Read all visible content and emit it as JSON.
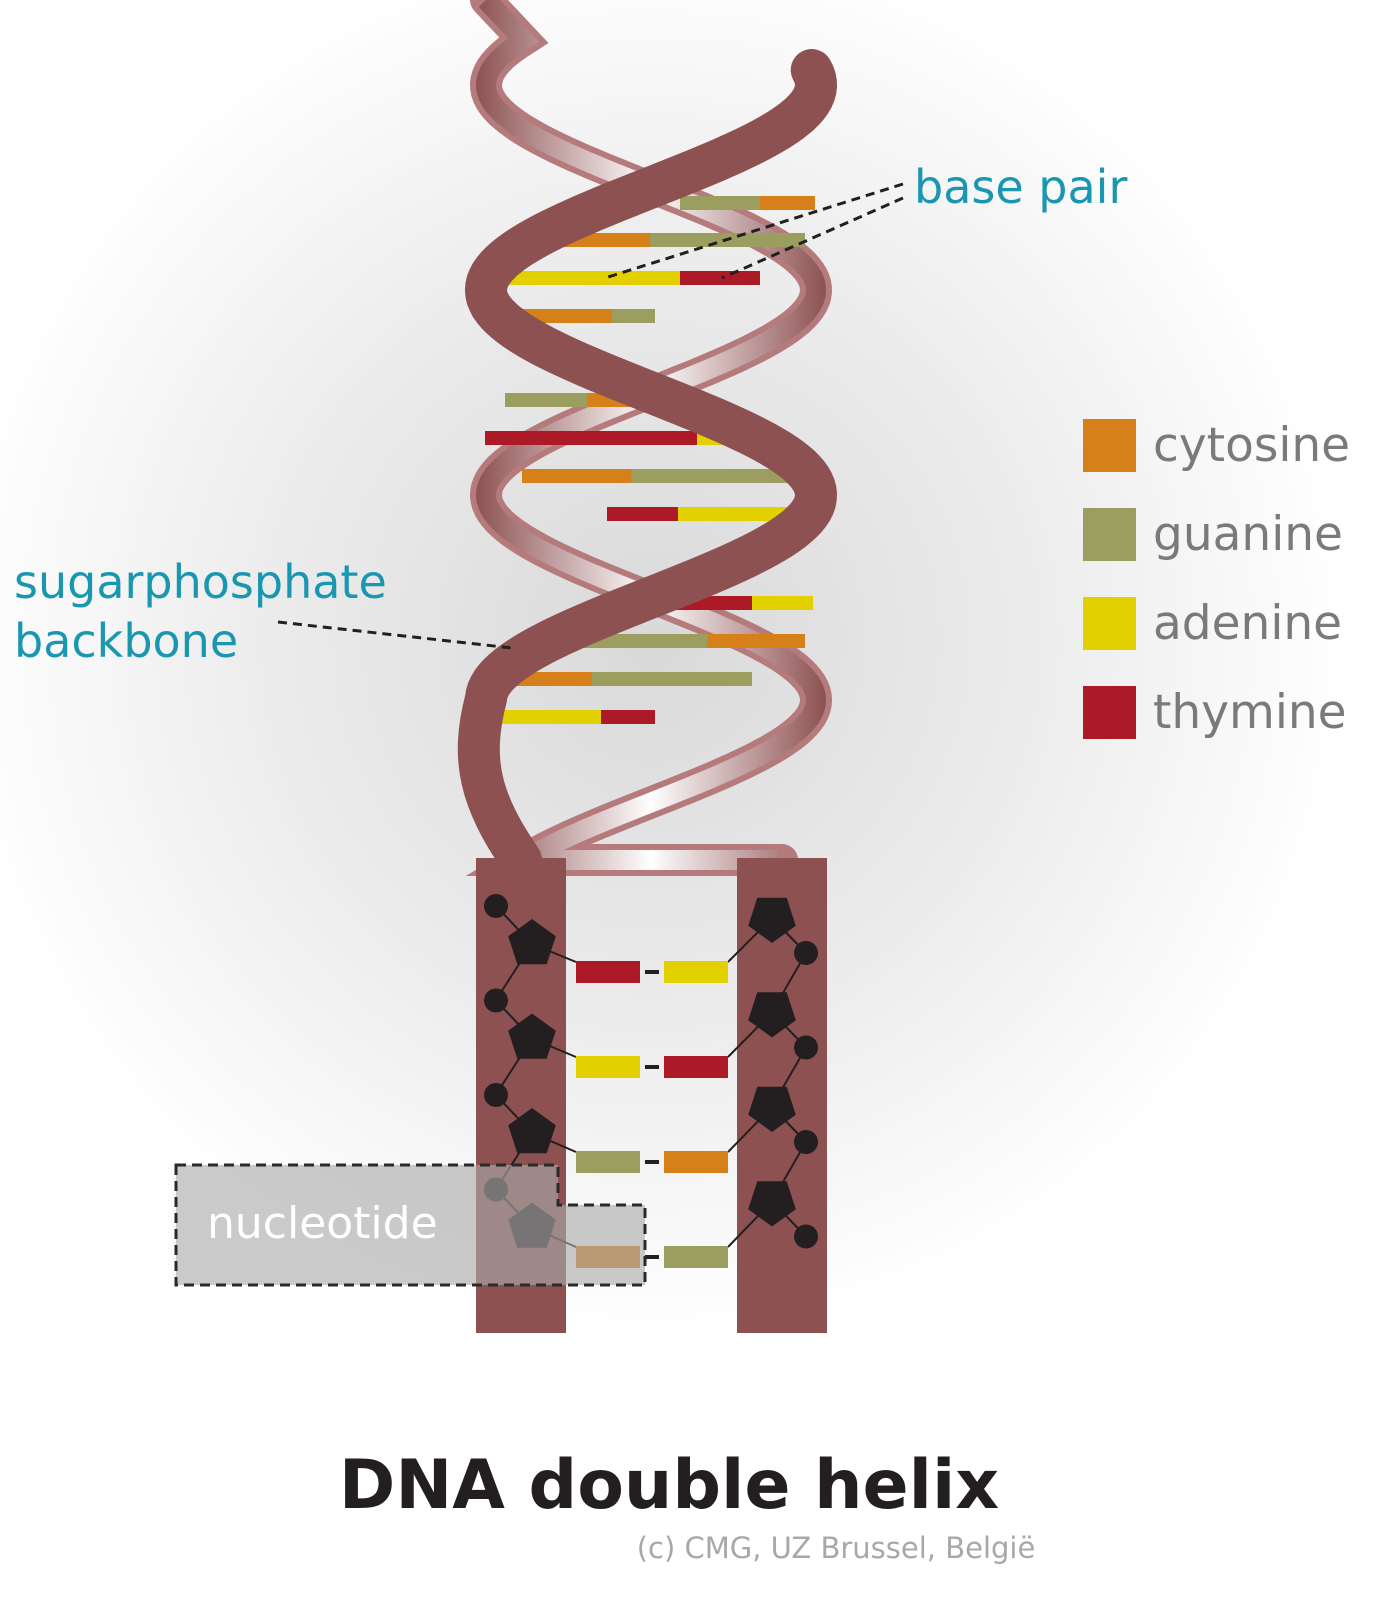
{
  "title": "DNA double helix",
  "copyright": "(c) CMG, UZ Brussel, België",
  "labels": {
    "base_pair": "base pair",
    "backbone_line1": "sugarphosphate",
    "backbone_line2": "backbone",
    "nucleotide": "nucleotide"
  },
  "legend": [
    {
      "name": "cytosine",
      "color": "#d6801a"
    },
    {
      "name": "guanine",
      "color": "#9b9e5e"
    },
    {
      "name": "adenine",
      "color": "#e2d000"
    },
    {
      "name": "thymine",
      "color": "#ad1a27"
    }
  ],
  "colors": {
    "strand": "#8d5152",
    "strand_back": "#b57a7b",
    "label": "#1a97b0",
    "sugar": "#231f20"
  },
  "helix_pairs": [
    [
      "guanine",
      "cytosine"
    ],
    [
      "cytosine",
      "guanine"
    ],
    [
      "adenine",
      "thymine"
    ],
    [
      "cytosine",
      "guanine"
    ],
    [
      "guanine",
      "cytosine"
    ],
    [
      "thymine",
      "adenine"
    ],
    [
      "cytosine",
      "guanine"
    ],
    [
      "thymine",
      "adenine"
    ],
    [
      "thymine",
      "adenine"
    ],
    [
      "guanine",
      "cytosine"
    ],
    [
      "cytosine",
      "guanine"
    ],
    [
      "adenine",
      "thymine"
    ]
  ],
  "ladder_pairs": [
    [
      "thymine",
      "adenine"
    ],
    [
      "adenine",
      "thymine"
    ],
    [
      "guanine",
      "cytosine"
    ],
    [
      "cytosine",
      "guanine"
    ]
  ]
}
